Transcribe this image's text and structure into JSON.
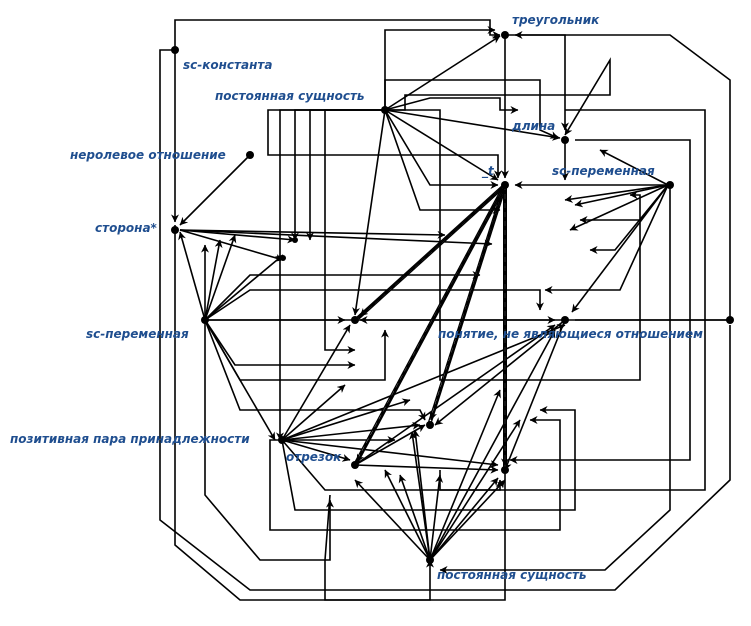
{
  "graph": {
    "nodes": [
      {
        "id": "treugolnik",
        "label": "треугольник"
      },
      {
        "id": "sc_const",
        "label": "sc-константа"
      },
      {
        "id": "post_sush_top",
        "label": "постоянная сущность"
      },
      {
        "id": "dlina",
        "label": "длина"
      },
      {
        "id": "nerolevoe",
        "label": "неролевое отношение"
      },
      {
        "id": "t",
        "label": "_t"
      },
      {
        "id": "sc_var_right",
        "label": "sc-переменная"
      },
      {
        "id": "storona",
        "label": "сторона*"
      },
      {
        "id": "sc_var_left",
        "label": "sc-переменная"
      },
      {
        "id": "ponyatie",
        "label": "понятие, не являющиеся отношением"
      },
      {
        "id": "poz_para",
        "label": "позитивная пара принадлежности"
      },
      {
        "id": "otrezok",
        "label": "отрезок"
      },
      {
        "id": "post_sush_bot",
        "label": "постоянная сущность"
      }
    ]
  },
  "colors": {
    "label": "#1f4e8f",
    "line": "#000000",
    "background": "#ffffff"
  }
}
